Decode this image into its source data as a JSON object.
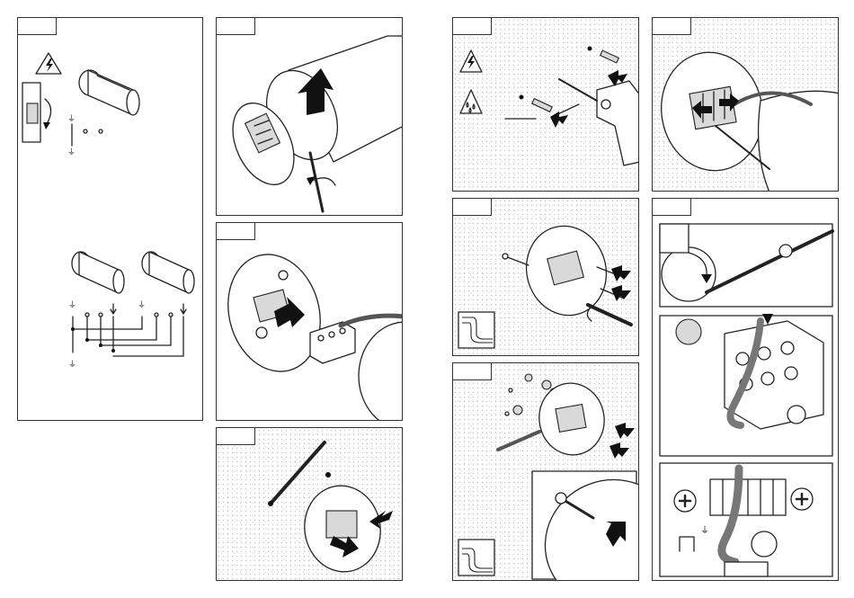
{
  "panels": [
    {
      "id": "p1",
      "step": ""
    },
    {
      "id": "p2",
      "step": ""
    },
    {
      "id": "p3",
      "step": ""
    },
    {
      "id": "p4",
      "step": ""
    },
    {
      "id": "p5",
      "step": ""
    },
    {
      "id": "p6",
      "step": ""
    },
    {
      "id": "p7",
      "step": ""
    },
    {
      "id": "p8",
      "step": ""
    },
    {
      "id": "p9",
      "step": ""
    }
  ],
  "icons": {
    "high_voltage": "high-voltage-warning-icon",
    "moisture": "moisture-warning-icon",
    "ground": "ground-symbol-icon",
    "protection_class": "protection-class-icon"
  },
  "colors": {
    "line": "#222222",
    "stipple": "#9a9a9a",
    "wire": "#555555"
  }
}
